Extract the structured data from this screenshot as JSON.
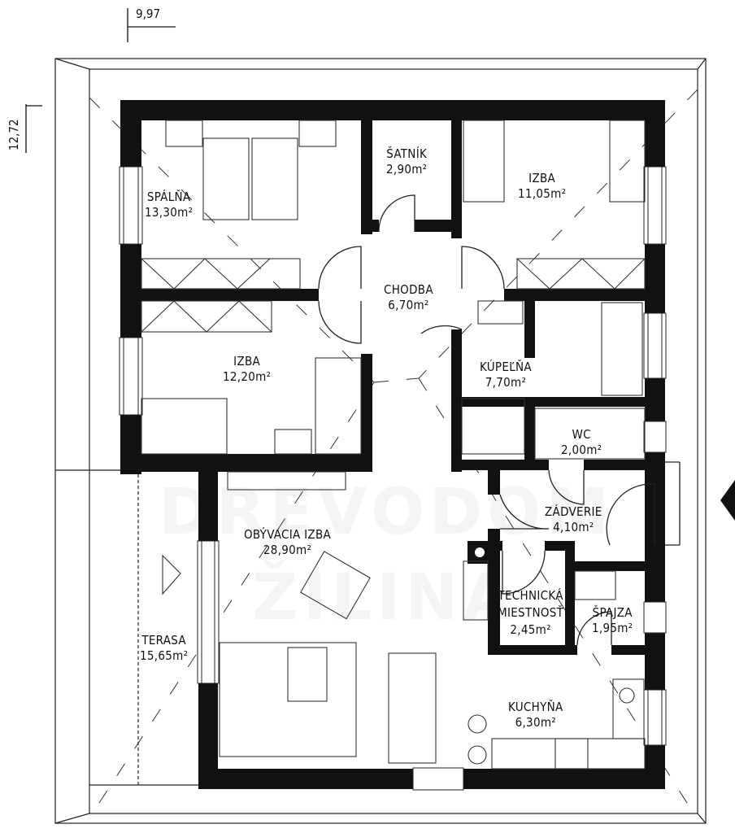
{
  "dimensions": {
    "width": "9,97",
    "depth": "12,72"
  },
  "watermark": {
    "line1": "DREVODOM",
    "line2": "ŽILINA"
  },
  "rooms": [
    {
      "name": "SPÁLŇA",
      "area": "13,30m²"
    },
    {
      "name": "ŠATNÍK",
      "area": "2,90m²"
    },
    {
      "name": "IZBA",
      "area": "11,05m²"
    },
    {
      "name": "CHODBA",
      "area": "6,70m²"
    },
    {
      "name": "IZBA",
      "area": "12,20m²"
    },
    {
      "name": "KÚPEĽŇA",
      "area": "7,70m²"
    },
    {
      "name": "WC",
      "area": "2,00m²"
    },
    {
      "name": "ZÁDVERIE",
      "area": "4,10m²"
    },
    {
      "name": "OBÝVACIA IZBA",
      "area": "28,90m²"
    },
    {
      "name": "TECHNICKÁ",
      "name2": "MIESTNOSŤ",
      "area": "2,45m²"
    },
    {
      "name": "ŠPAJZA",
      "area": "1,95m²"
    },
    {
      "name": "TERASA",
      "area": "15,65m²"
    },
    {
      "name": "KUCHYŇA",
      "area": "6,30m²"
    }
  ],
  "colors": {
    "wall": "#111111",
    "line": "#222222"
  }
}
